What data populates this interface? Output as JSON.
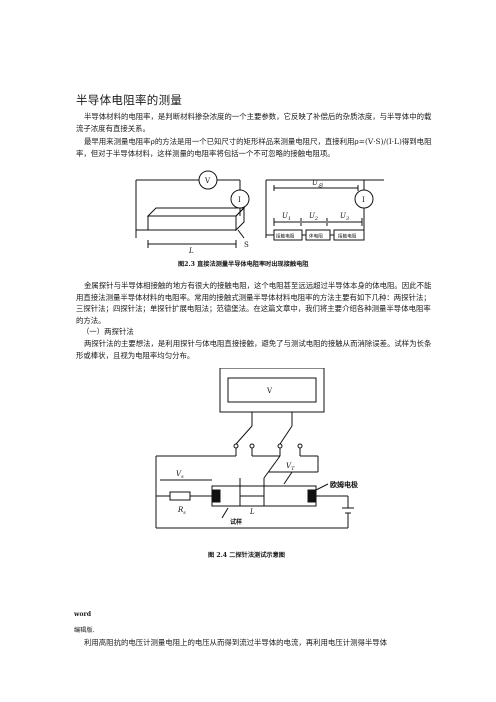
{
  "title": "半导体电阻率的测量",
  "intro": {
    "p1": "半导体材料的电阻率，是判断材料掺杂浓度的一个主要参数，它反映了补偿后的杂质浓度，与半导体中的载流子浓度有直接关系。",
    "p2": "最早用来测量电阻率ρ的方法是用一个已知尺寸的矩形样品来测量电阻尺，直接利用ρ=(V·S)/(I·L)得到电阻率，但对于半导体材料，这样测量的电阻率将包括一个不可忽略的接触电阻项。"
  },
  "figure1": {
    "caption": "图2.3  直接法测量半导体电阻率时出现接触电阻",
    "meter_v": "V",
    "meter_i": "I",
    "meter_i2": "I",
    "label_l": "L",
    "label_s": "S",
    "label_u_total": "U",
    "label_u_total_sub": "总",
    "label_u1": "U",
    "label_u1_sub": "1",
    "label_u2": "U",
    "label_u2_sub": "2",
    "label_u3": "U",
    "label_u3_sub": "3",
    "box1": "接触电阻",
    "box2": "体电阻",
    "box3": "接触电阻"
  },
  "body": {
    "p3": "金属探针与半导体相接触的地方有很大的接触电阻，这个电阻甚至远远超过半导体本身的体电阻。因此不能用直接法测量半导体材料的电阻率。常用的接触式测量半导体材料电阻率的方法主要有如下几种：两探针法；三探针法；四探针法；单探针扩展电阻法；范德堡法。在这篇文章中，我们将主要介绍各种测量半导体电阻率的方法。",
    "p4": "（一）两探针法",
    "p5": "两探针法的主要想法，是利用探针与体电阻直接接触，避免了与测试电阻的接触从而消除误差。试样为长条形或棒状，且视为电阻率均匀分布。"
  },
  "figure2": {
    "caption": "图 2.4   二探针法测试示意图",
    "meter_v": "V",
    "label_vs": "V",
    "label_vs_sub": "s",
    "label_vt": "V",
    "label_vt_sub": "T",
    "label_rs": "R",
    "label_rs_sub": "s",
    "label_l": "L",
    "label_electrode": "欧姆电极",
    "label_sample": "试样"
  },
  "footer": {
    "word": "word",
    "note": "编辑版.",
    "p6": "利用高阻抗的电压计测量电阻上的电压从而得到流过半导体的电流，再利用电压计测得半导体"
  }
}
